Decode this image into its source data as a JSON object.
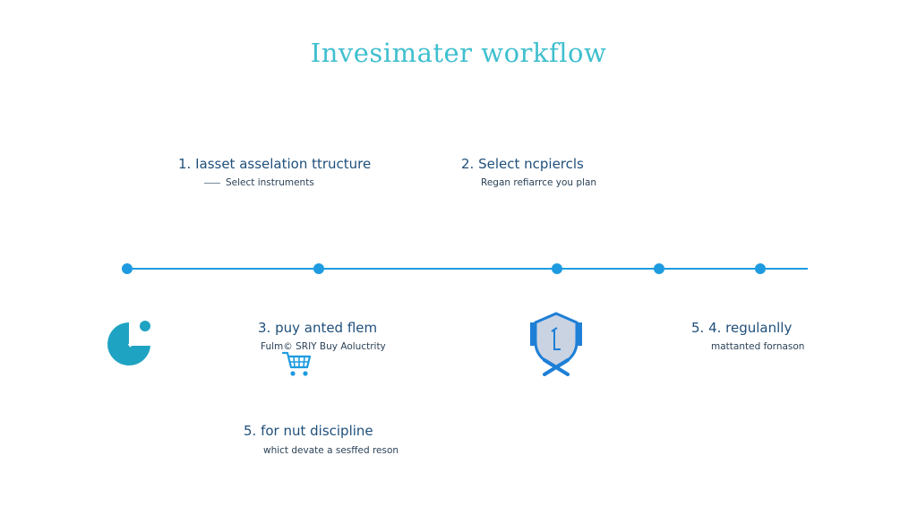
{
  "title": "Invesimater workflow",
  "colors": {
    "title": "#3fbfcf",
    "accent": "#1e9be0",
    "text": "#1f4f7a",
    "shield_fill": "#c9d3e2"
  },
  "steps": [
    {
      "title": "1.  Iasset asselation ttructure",
      "subtitle": "Select instruments"
    },
    {
      "title": "2.  Select ncpiercls",
      "subtitle": "Regan refiarrce you plan"
    },
    {
      "title": "3.  puy anted flem",
      "subtitle": "Fulm© SRIY Buy Aoluctrity"
    },
    {
      "title": "5.  4.  regulanlly",
      "subtitle": "mattanted fornason"
    },
    {
      "title": "5.  for nut discipline",
      "subtitle": "whict devate a sesffed reson"
    }
  ],
  "icons": {
    "pie": "pie-chart-icon",
    "cart": "shopping-cart-icon",
    "shield": "shield-icon"
  }
}
